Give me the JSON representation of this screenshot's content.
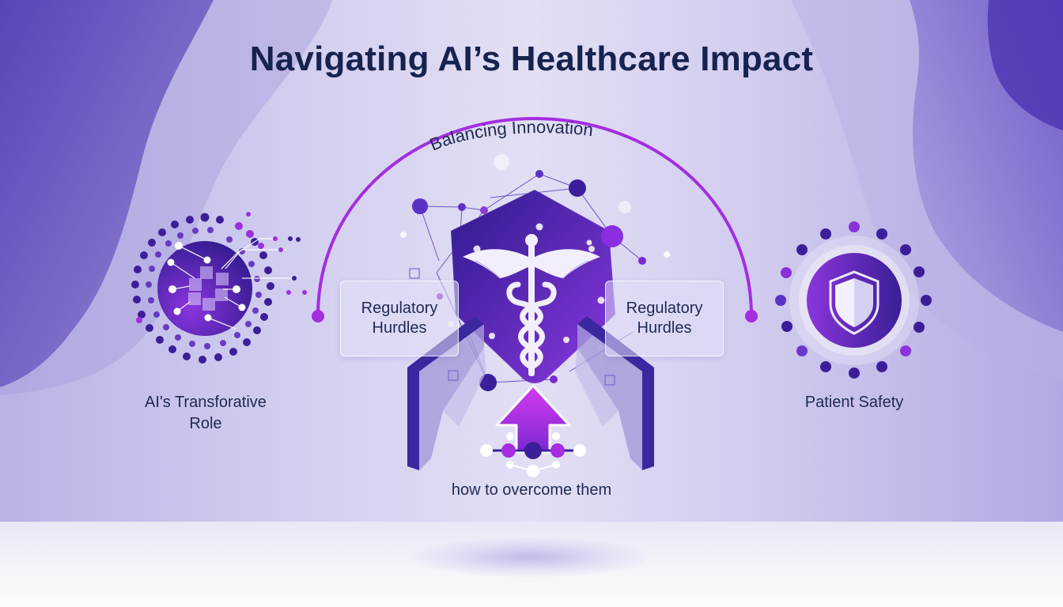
{
  "title": "Navigating AI’s Healthcare Impact",
  "arc": {
    "label": "Balancing Innovation",
    "color": "#a32ee0"
  },
  "left_node": {
    "label_line1": "AI's Transforative",
    "label_line2": "Role",
    "icon": "ai-chip-circuit-icon"
  },
  "center_node": {
    "icon": "caduceus-icon",
    "caption": "how to overcome them",
    "arrow_icon": "up-arrow-icon"
  },
  "hurdle_boxes": [
    {
      "line1": "Regulatory",
      "line2": "Hurdles"
    },
    {
      "line1": "Regulatory",
      "line2": "Hurdles"
    }
  ],
  "right_node": {
    "label": "Patient Safety",
    "icon": "shield-icon"
  },
  "colors": {
    "title": "#17234f",
    "deep_purple": "#3b1f9a",
    "violet": "#7a2fd6",
    "magenta": "#b42ee8",
    "text": "#1f2a52"
  }
}
